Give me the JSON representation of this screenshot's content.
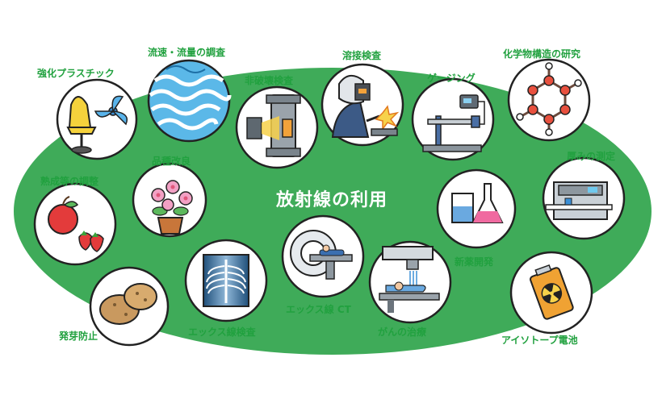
{
  "title": "放射線の利用",
  "colors": {
    "background": "#3fab59",
    "label": "#21a13f",
    "title": "#ffffff"
  },
  "applications": [
    {
      "id": "plastic",
      "label": "強化プラスチック",
      "icon": "chair-fan-icon"
    },
    {
      "id": "flow",
      "label": "流速・流量の調査",
      "icon": "water-flow-icon"
    },
    {
      "id": "ndt",
      "label": "非破壊検査",
      "icon": "pipe-inspection-icon"
    },
    {
      "id": "welding",
      "label": "溶接検査",
      "icon": "welder-icon"
    },
    {
      "id": "gauging",
      "label": "ゲージング",
      "icon": "gauge-device-icon"
    },
    {
      "id": "chemistry",
      "label": "化学物構造の研究",
      "icon": "molecule-icon"
    },
    {
      "id": "thickness",
      "label": "厚みの測定",
      "icon": "thickness-machine-icon"
    },
    {
      "id": "ripening",
      "label": "熟成等の調整",
      "icon": "fruit-icon"
    },
    {
      "id": "breeding",
      "label": "品種改良",
      "icon": "flower-pot-icon"
    },
    {
      "id": "drug",
      "label": "新薬開発",
      "icon": "lab-flask-icon"
    },
    {
      "id": "sprout",
      "label": "発芽防止",
      "icon": "potato-icon"
    },
    {
      "id": "xray",
      "label": "エックス線検査",
      "icon": "chest-xray-icon"
    },
    {
      "id": "ct",
      "label": "エックス線 CT",
      "icon": "ct-scanner-icon"
    },
    {
      "id": "cancer",
      "label": "がんの治療",
      "icon": "radiotherapy-icon"
    },
    {
      "id": "battery",
      "label": "アイソトープ電池",
      "icon": "radioactive-battery-icon"
    }
  ]
}
